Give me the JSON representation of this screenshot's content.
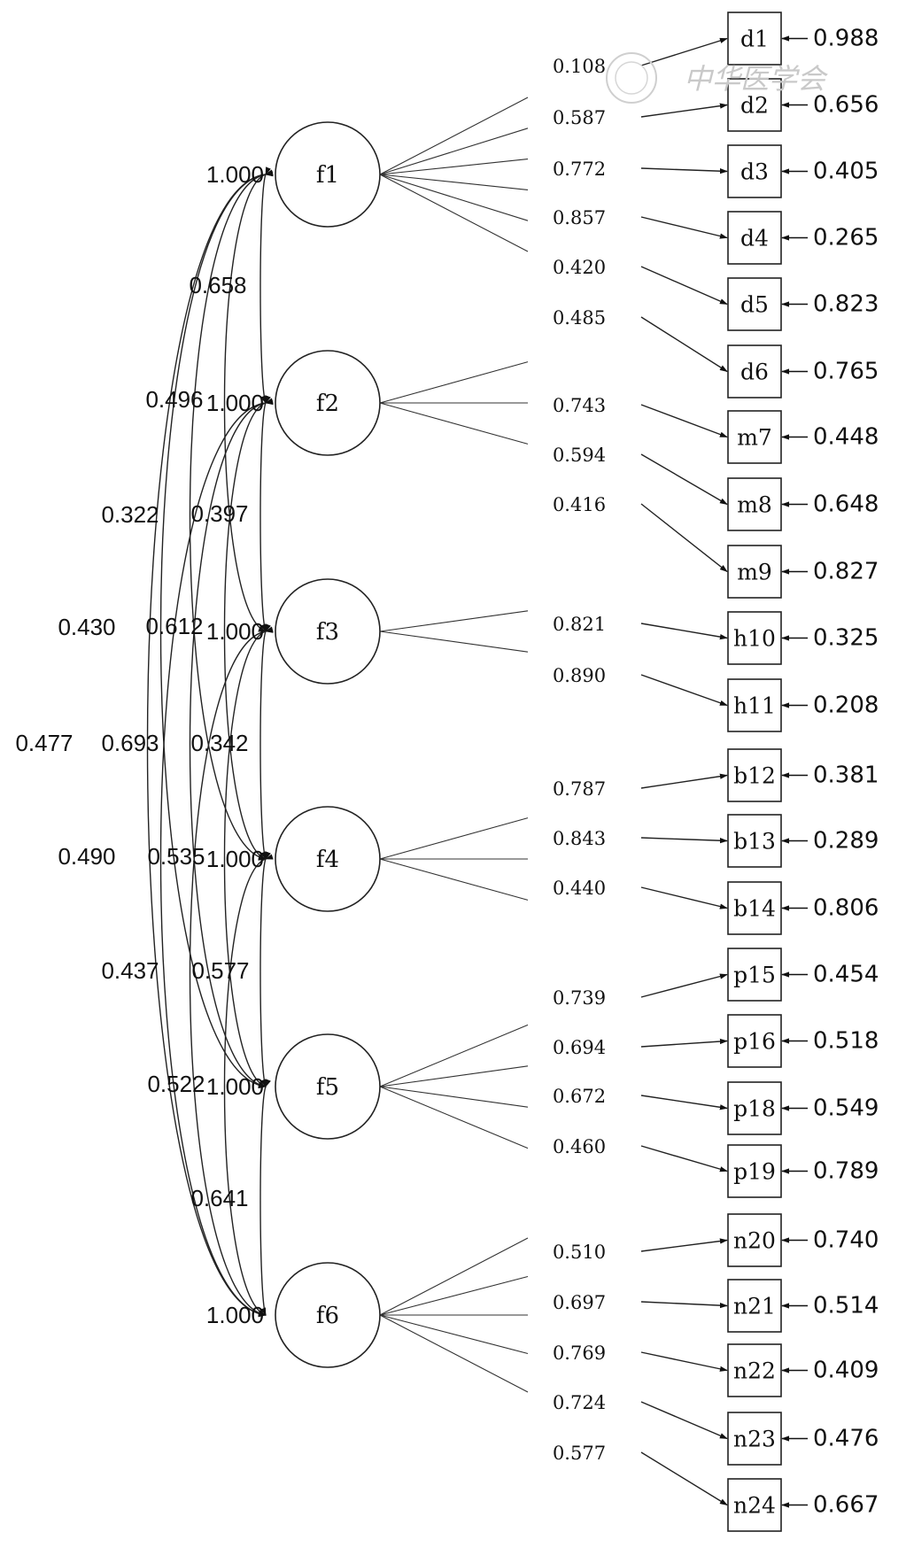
{
  "factors": [
    {
      "id": "f1",
      "variance": "1.000"
    },
    {
      "id": "f2",
      "variance": "1.000"
    },
    {
      "id": "f3",
      "variance": "1.000"
    },
    {
      "id": "f4",
      "variance": "1.000"
    },
    {
      "id": "f5",
      "variance": "1.000"
    },
    {
      "id": "f6",
      "variance": "1.000"
    }
  ],
  "correlations": [
    {
      "a": "f1",
      "b": "f2",
      "value": "0.658"
    },
    {
      "a": "f1",
      "b": "f3",
      "value": "0.496"
    },
    {
      "a": "f1",
      "b": "f4",
      "value": "0.322"
    },
    {
      "a": "f1",
      "b": "f5",
      "value": "0.430"
    },
    {
      "a": "f1",
      "b": "f6",
      "value": "0.477"
    },
    {
      "a": "f2",
      "b": "f3",
      "value": "0.397"
    },
    {
      "a": "f2",
      "b": "f4",
      "value": "0.612"
    },
    {
      "a": "f2",
      "b": "f5",
      "value": "0.693"
    },
    {
      "a": "f2",
      "b": "f6",
      "value": "0.490"
    },
    {
      "a": "f3",
      "b": "f4",
      "value": "0.342"
    },
    {
      "a": "f3",
      "b": "f5",
      "value": "0.535"
    },
    {
      "a": "f3",
      "b": "f6",
      "value": "0.437"
    },
    {
      "a": "f4",
      "b": "f5",
      "value": "0.577"
    },
    {
      "a": "f4",
      "b": "f6",
      "value": "0.522"
    },
    {
      "a": "f5",
      "b": "f6",
      "value": "0.641"
    }
  ],
  "indicators": [
    {
      "id": "d1",
      "factor": "f1",
      "loading": "0.108",
      "error": "0.988"
    },
    {
      "id": "d2",
      "factor": "f1",
      "loading": "0.587",
      "error": "0.656"
    },
    {
      "id": "d3",
      "factor": "f1",
      "loading": "0.772",
      "error": "0.405"
    },
    {
      "id": "d4",
      "factor": "f1",
      "loading": "0.857",
      "error": "0.265"
    },
    {
      "id": "d5",
      "factor": "f1",
      "loading": "0.420",
      "error": "0.823"
    },
    {
      "id": "d6",
      "factor": "f1",
      "loading": "0.485",
      "error": "0.765"
    },
    {
      "id": "m7",
      "factor": "f2",
      "loading": "0.743",
      "error": "0.448"
    },
    {
      "id": "m8",
      "factor": "f2",
      "loading": "0.594",
      "error": "0.648"
    },
    {
      "id": "m9",
      "factor": "f2",
      "loading": "0.416",
      "error": "0.827"
    },
    {
      "id": "h10",
      "factor": "f3",
      "loading": "0.821",
      "error": "0.325"
    },
    {
      "id": "h11",
      "factor": "f3",
      "loading": "0.890",
      "error": "0.208"
    },
    {
      "id": "b12",
      "factor": "f4",
      "loading": "0.787",
      "error": "0.381"
    },
    {
      "id": "b13",
      "factor": "f4",
      "loading": "0.843",
      "error": "0.289"
    },
    {
      "id": "b14",
      "factor": "f4",
      "loading": "0.440",
      "error": "0.806"
    },
    {
      "id": "p15",
      "factor": "f5",
      "loading": "0.739",
      "error": "0.454"
    },
    {
      "id": "p16",
      "factor": "f5",
      "loading": "0.694",
      "error": "0.518"
    },
    {
      "id": "p18",
      "factor": "f5",
      "loading": "0.672",
      "error": "0.549"
    },
    {
      "id": "p19",
      "factor": "f5",
      "loading": "0.460",
      "error": "0.789"
    },
    {
      "id": "n20",
      "factor": "f6",
      "loading": "0.510",
      "error": "0.740"
    },
    {
      "id": "n21",
      "factor": "f6",
      "loading": "0.697",
      "error": "0.514"
    },
    {
      "id": "n22",
      "factor": "f6",
      "loading": "0.769",
      "error": "0.409"
    },
    {
      "id": "n23",
      "factor": "f6",
      "loading": "0.724",
      "error": "0.476"
    },
    {
      "id": "n24",
      "factor": "f6",
      "loading": "0.577",
      "error": "0.667"
    }
  ],
  "watermark": {
    "text": "中华医学会"
  }
}
